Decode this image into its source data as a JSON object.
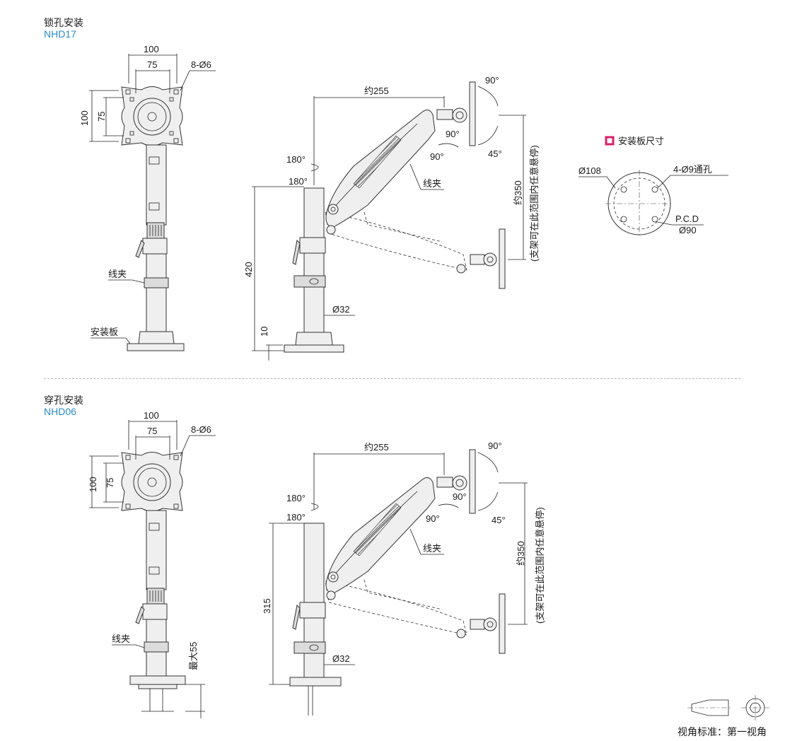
{
  "top_section": {
    "title": "锁孔安装",
    "model": "NHD17",
    "front": {
      "w100": "100",
      "w75": "75",
      "holes": "8-Ø6",
      "h100": "100",
      "h75": "75",
      "clip": "线夹",
      "plate": "安装板"
    },
    "side": {
      "reach": "约255",
      "rot180a": "180°",
      "rot180b": "180°",
      "tilt90top": "90°",
      "rot90a": "90°",
      "rot90b": "90°",
      "tilt45": "45°",
      "clip": "线夹",
      "height": "420",
      "base": "10",
      "pole": "Ø32",
      "vrange": "约350",
      "vrange_note": "(支架可在此范围内任意悬停)"
    }
  },
  "plate_detail": {
    "title": "安装板尺寸",
    "outer": "Ø108",
    "holes": "4-Ø9通孔",
    "pcd": "P.C.D",
    "pcd_value": "Ø90",
    "marker_color": "#d6206a"
  },
  "bottom_section": {
    "title": "穿孔安装",
    "model": "NHD06",
    "front": {
      "w100": "100",
      "w75": "75",
      "holes": "8-Ø6",
      "h100": "100",
      "h75": "75",
      "clip": "线夹",
      "max": "最大55"
    },
    "side": {
      "reach": "约255",
      "rot180a": "180°",
      "rot180b": "180°",
      "tilt90top": "90°",
      "rot90a": "90°",
      "rot90b": "90°",
      "tilt45": "45°",
      "clip": "线夹",
      "height": "315",
      "pole": "Ø32",
      "vrange": "约350",
      "vrange_note": "(支架可在此范围内任意悬停)"
    }
  },
  "projection": {
    "label": "视角标准：第一视角"
  }
}
